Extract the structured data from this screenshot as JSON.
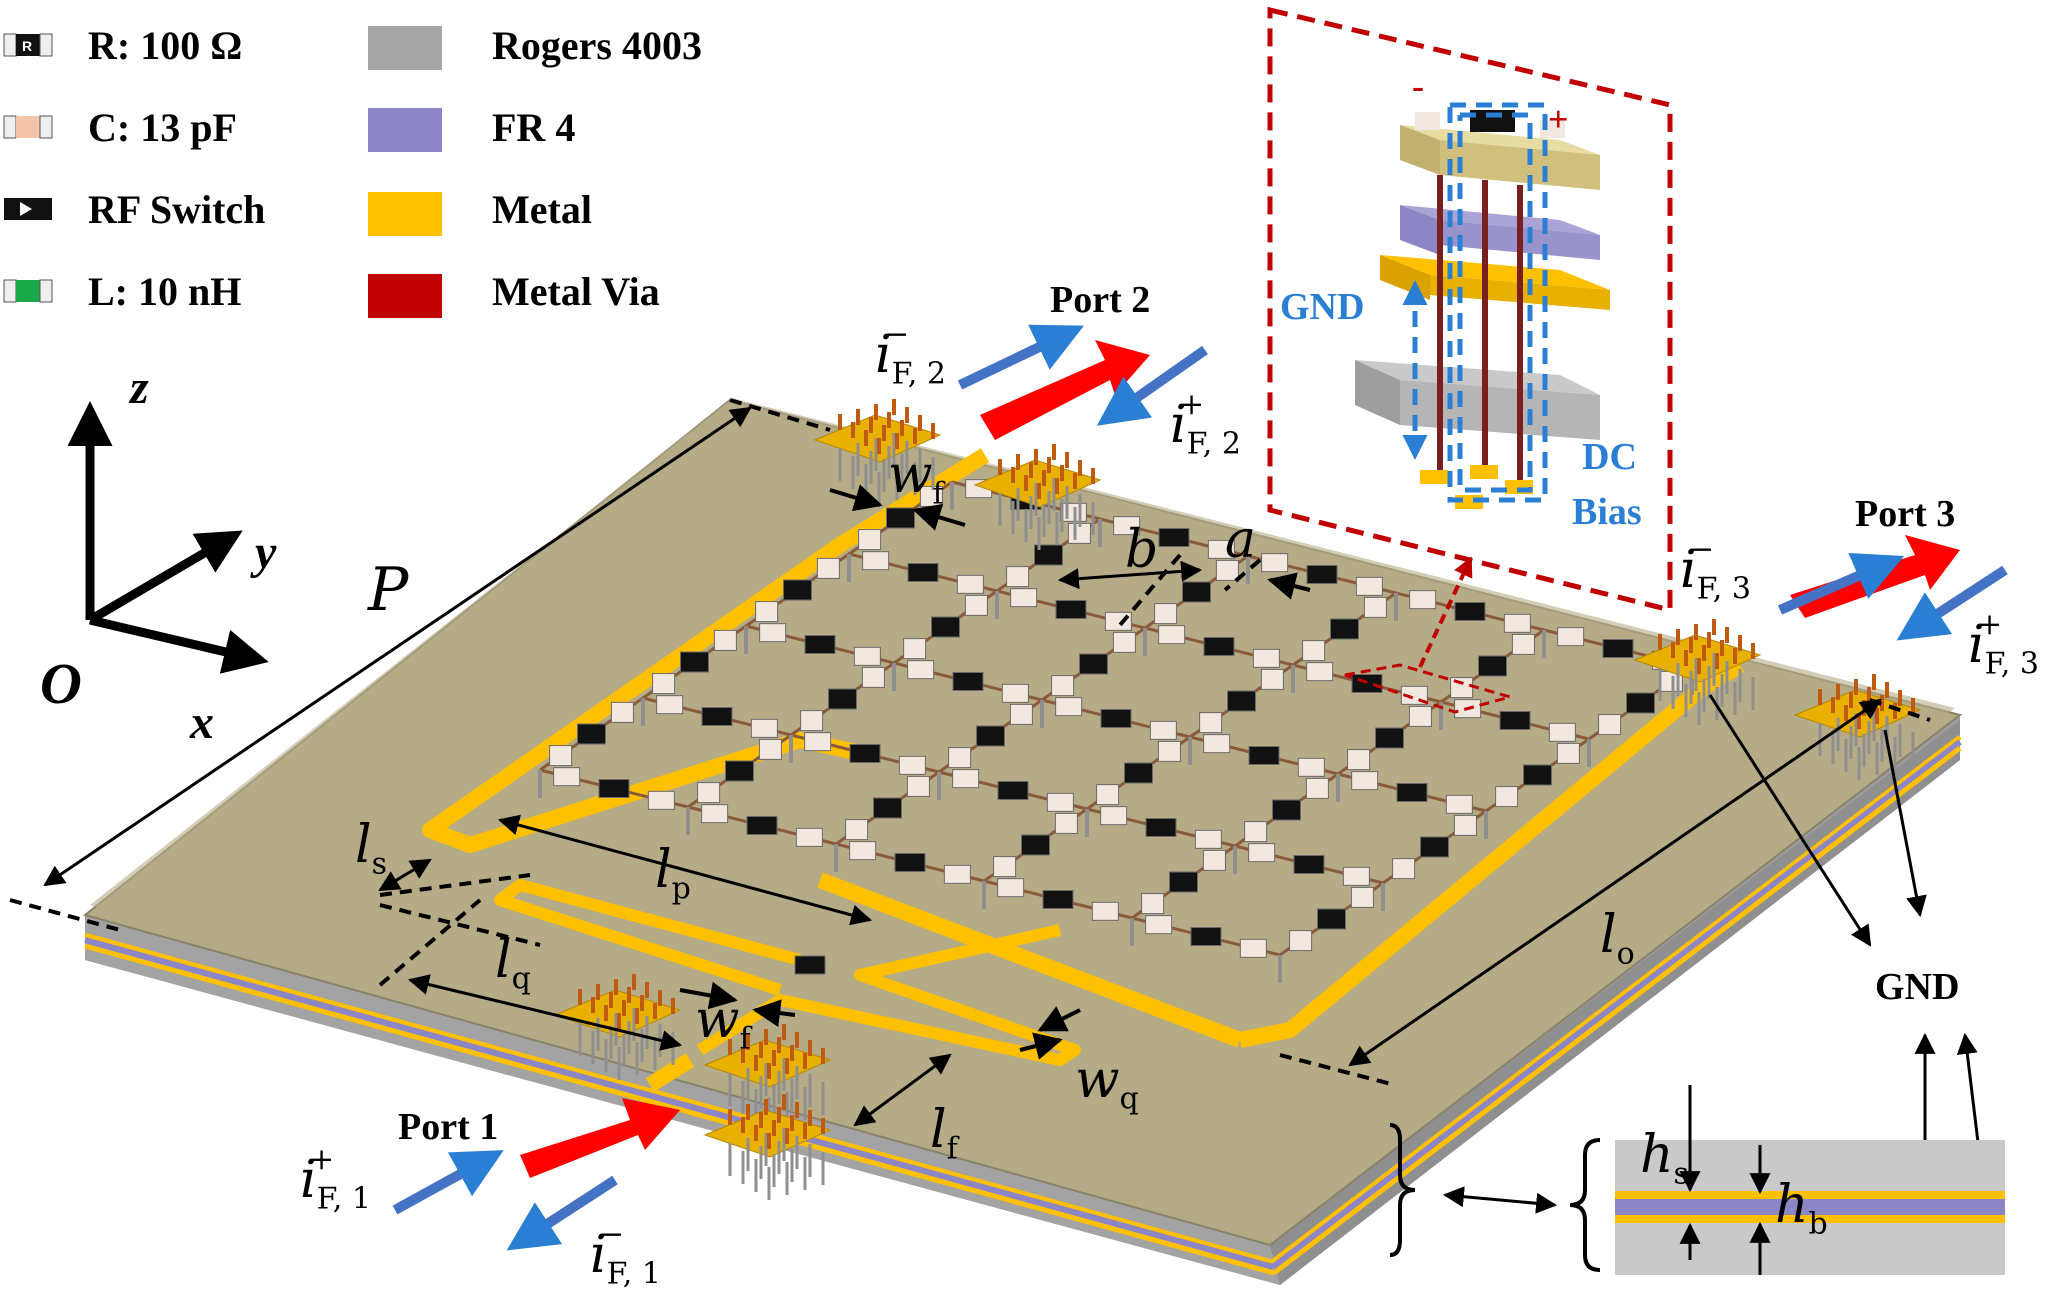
{
  "legend": {
    "components": [
      {
        "name": "resistor-icon",
        "label": "R: 100 Ω"
      },
      {
        "name": "capacitor-icon",
        "label": "C: 13 pF"
      },
      {
        "name": "rf-switch-icon",
        "label": "RF Switch"
      },
      {
        "name": "inductor-icon",
        "label": "L: 10 nH"
      }
    ],
    "materials": [
      {
        "label": "Rogers 4003",
        "color": "#a6a6a6"
      },
      {
        "label": "FR 4",
        "color": "#8c86c6"
      },
      {
        "label": "Metal",
        "color": "#ffc000"
      },
      {
        "label": "Metal Via",
        "color": "#c00000"
      }
    ]
  },
  "axes": {
    "z": "z",
    "y": "y",
    "x": "x",
    "origin": "O"
  },
  "ports": {
    "port1": "Port 1",
    "port2": "Port 2",
    "port3": "Port 3"
  },
  "currents": {
    "i": "i",
    "sub1": "F, 1",
    "sub2": "F, 2",
    "sub3": "F, 3",
    "plus": "+",
    "minus": "−"
  },
  "dimensions": {
    "P": "P",
    "b": "b",
    "a": "a",
    "w": "w",
    "w_f_sub": "f",
    "w_q_sub": "q",
    "l": "l",
    "l_s_sub": "s",
    "l_p_sub": "p",
    "l_q_sub": "q",
    "l_f_sub": "f",
    "l_o_sub": "o",
    "h": "h",
    "h_s_sub": "s",
    "h_b_sub": "b"
  },
  "inset": {
    "gnd": "GND",
    "dc": "DC",
    "bias": "Bias",
    "minus": "-",
    "plus": "+"
  },
  "gnd_label": "GND",
  "colors": {
    "rogers": "#a6a6a6",
    "fr4": "#8c86c6",
    "metal": "#ffc000",
    "via": "#c00000",
    "board_top": "#b5aa86",
    "arrow_blue": "#4472c4",
    "arrow_red": "#ff0000",
    "inset_border": "#c00000",
    "label_blue": "#2a7fd5"
  }
}
